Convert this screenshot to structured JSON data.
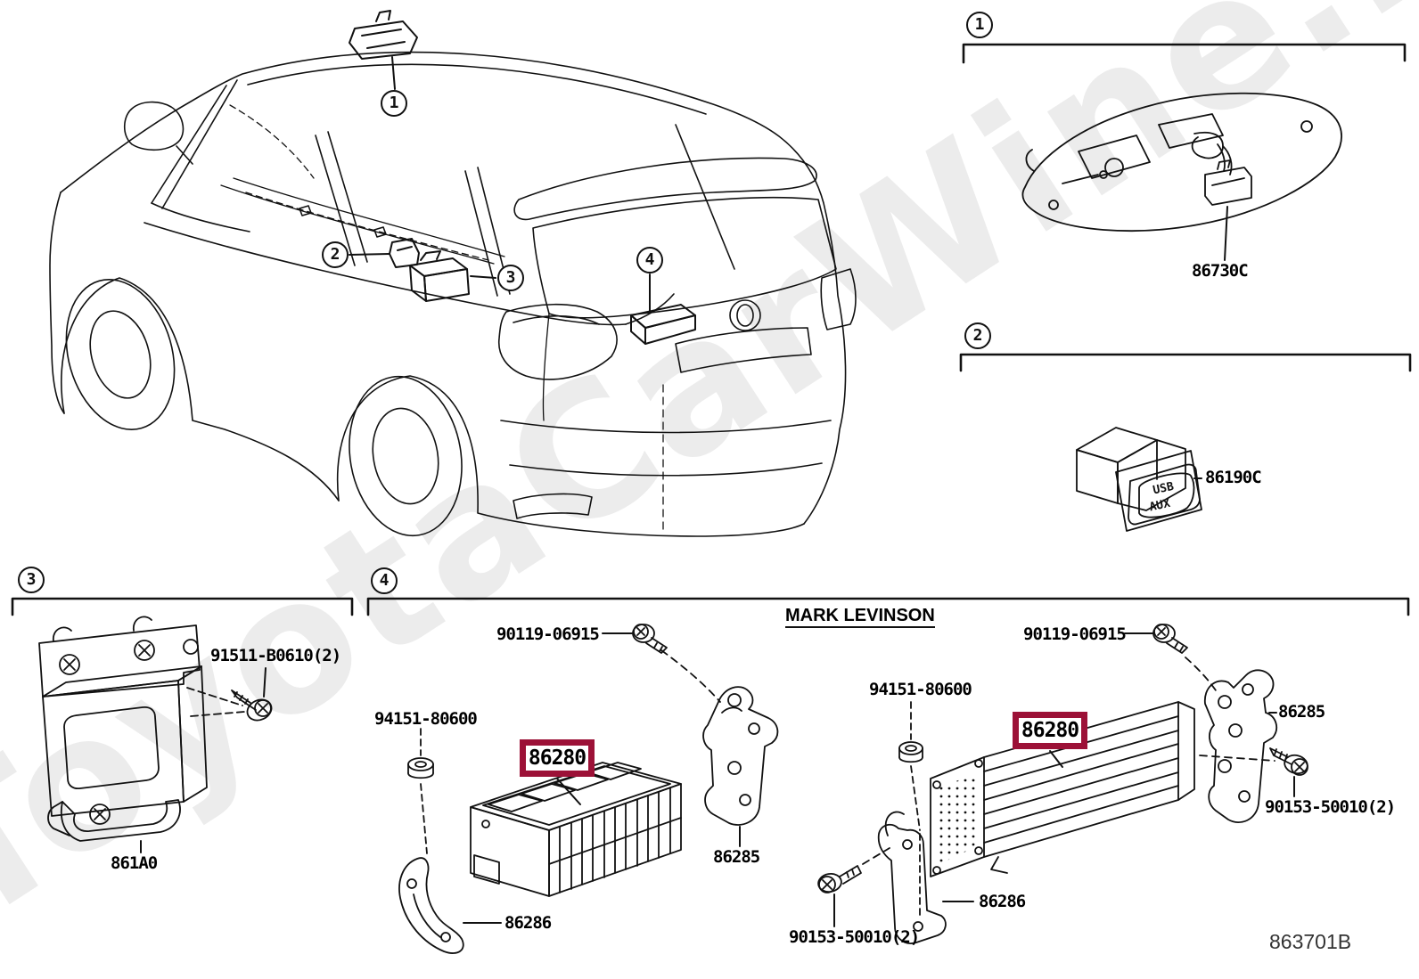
{
  "watermark": "ToyotaCarWine.ru",
  "footer_code": "863701B",
  "callouts": {
    "c1": "1",
    "c2": "2",
    "c3": "3",
    "c4": "4"
  },
  "section1": {
    "num": "1",
    "part_console": "86730C"
  },
  "section2": {
    "num": "2",
    "part_usb": "86190C",
    "usb_face_line1": "USB",
    "usb_face_line2": "AUX"
  },
  "section3": {
    "num": "3",
    "part_screw": "91511-B0610(2)",
    "part_module": "861A0"
  },
  "section4": {
    "num": "4",
    "heading": "MARK LEVINSON",
    "standard": {
      "part_screw_top": "90119-06915",
      "part_nut": "94151-80600",
      "part_amp": "86280",
      "part_bracket_side": "86285",
      "part_bracket_bottom": "86286"
    },
    "mark_levinson": {
      "part_screw_top": "90119-06915",
      "part_nut": "94151-80600",
      "part_amp": "86280",
      "part_bracket_side": "86285",
      "part_screw_side": "90153-50010(2)",
      "part_bracket_bottom": "86286",
      "part_screw_bottom": "90153-50010(2)"
    }
  },
  "colors": {
    "highlight_box": "#9c1137",
    "line": "#111111",
    "watermark_color": "#ececec"
  }
}
